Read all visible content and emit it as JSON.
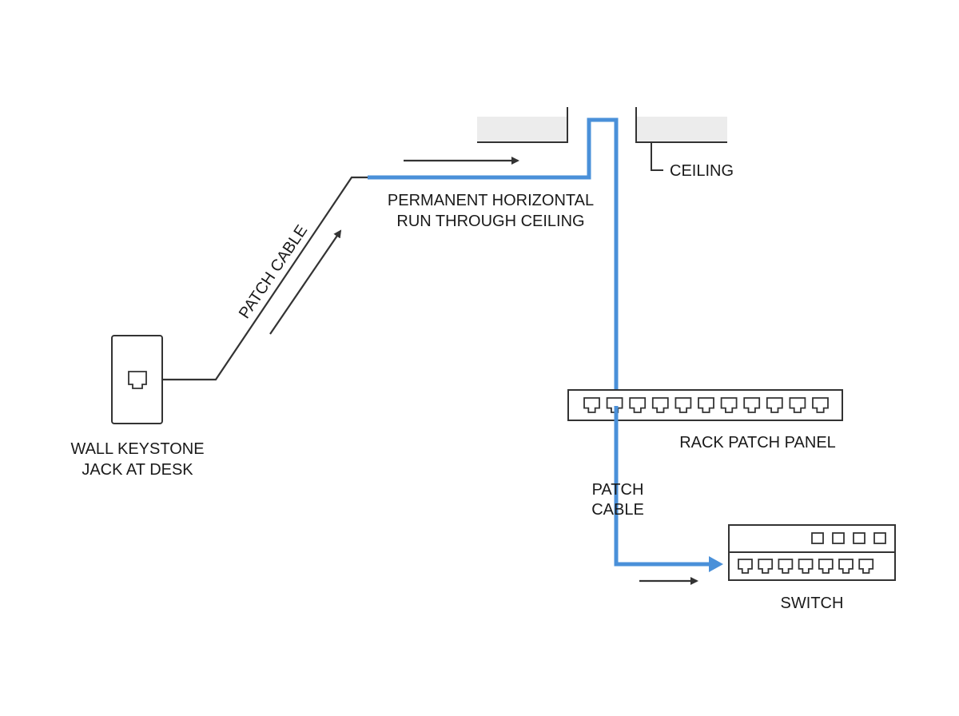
{
  "labels": {
    "wall_jack_line1": "WALL KEYSTONE",
    "wall_jack_line2": "JACK AT DESK",
    "patch_cable_left": "PATCH CABLE",
    "horizontal_run_line1": "PERMANENT HORIZONTAL",
    "horizontal_run_line2": "RUN THROUGH CEILING",
    "ceiling": "CEILING",
    "rack_patch_panel": "RACK PATCH PANEL",
    "patch_cable_right_line1": "PATCH",
    "patch_cable_right_line2": "CABLE",
    "switch": "SWITCH"
  },
  "colors": {
    "permanent_run": "#4a90d9",
    "patch_cable": "#333333",
    "ceiling_fill": "#ececec"
  },
  "components": {
    "patch_panel_port_count": 11,
    "switch_port_count": 7,
    "switch_indicator_count": 4
  }
}
